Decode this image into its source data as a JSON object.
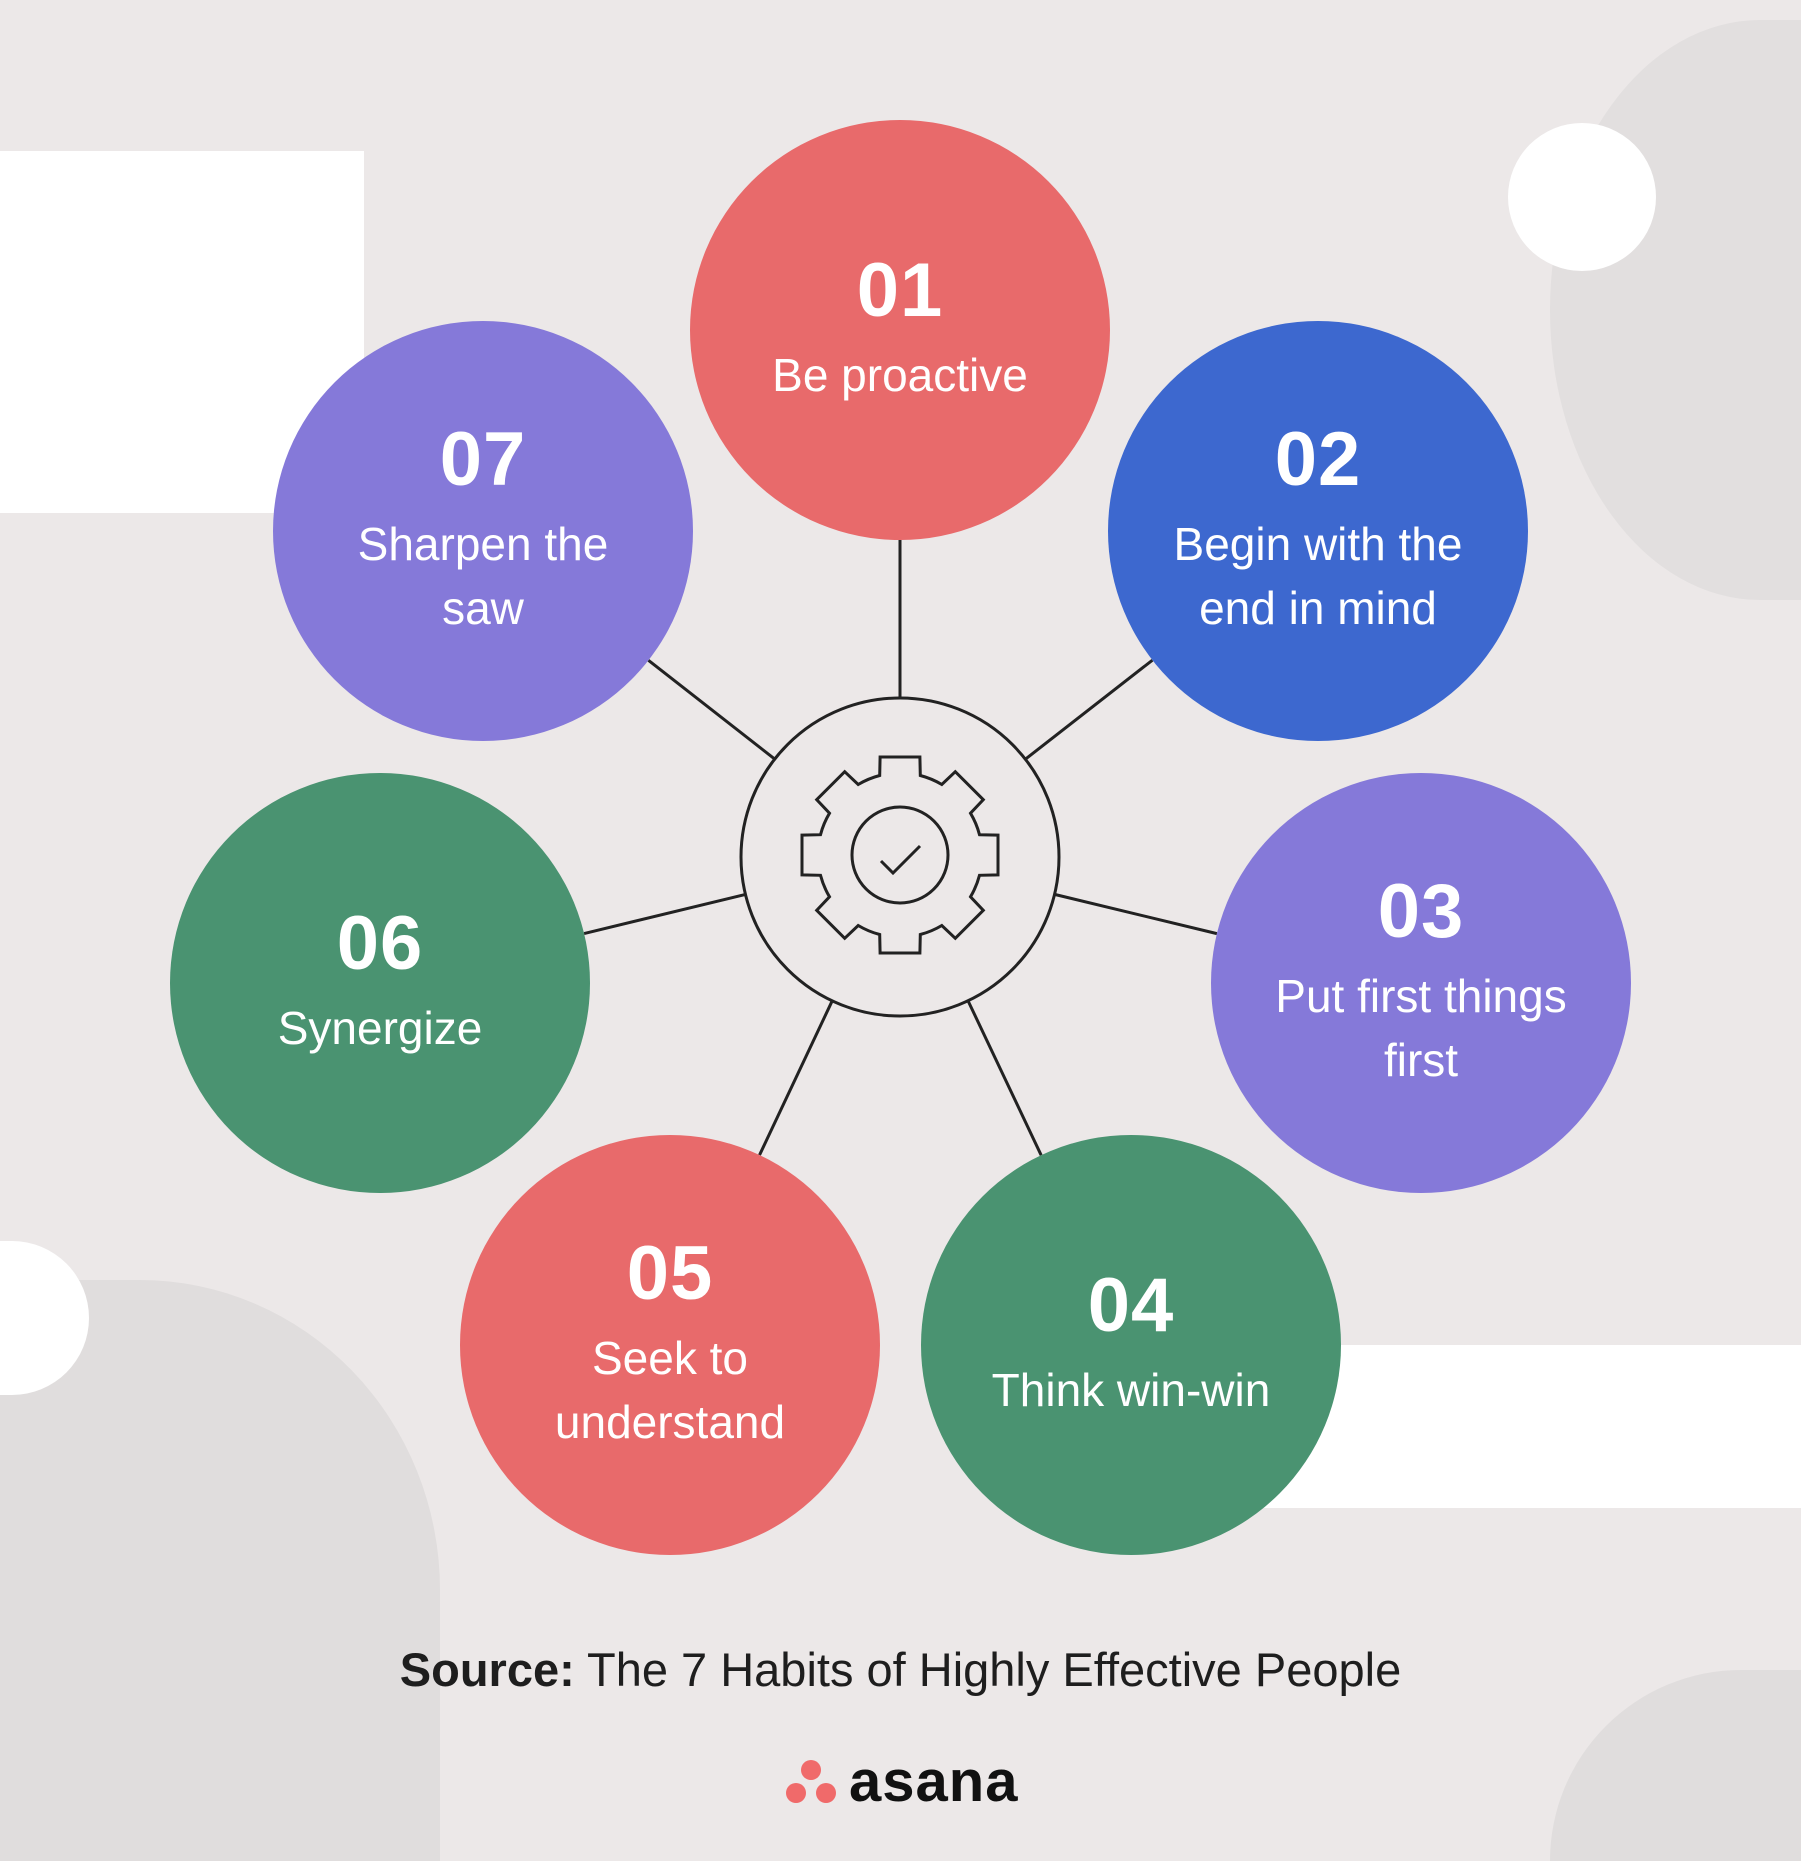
{
  "colors": {
    "red": "#e86a6b",
    "blue": "#3d68cf",
    "purple": "#8579d9",
    "green": "#4a9371",
    "line": "#222222",
    "logo": "#f06a6a"
  },
  "center_icon": "gear-check-icon",
  "habits": [
    {
      "number": "01",
      "label": "Be proactive",
      "color": "red"
    },
    {
      "number": "02",
      "label": "Begin with the end in mind",
      "color": "blue"
    },
    {
      "number": "03",
      "label": "Put first things first",
      "color": "purple"
    },
    {
      "number": "04",
      "label": "Think win-win",
      "color": "green"
    },
    {
      "number": "05",
      "label": "Seek to understand",
      "color": "red"
    },
    {
      "number": "06",
      "label": "Synergize",
      "color": "green"
    },
    {
      "number": "07",
      "label": "Sharpen the saw",
      "color": "purple"
    }
  ],
  "source": {
    "prefix": "Source:",
    "text": "The 7 Habits of Highly Effective People"
  },
  "logo": {
    "text": "asana"
  }
}
